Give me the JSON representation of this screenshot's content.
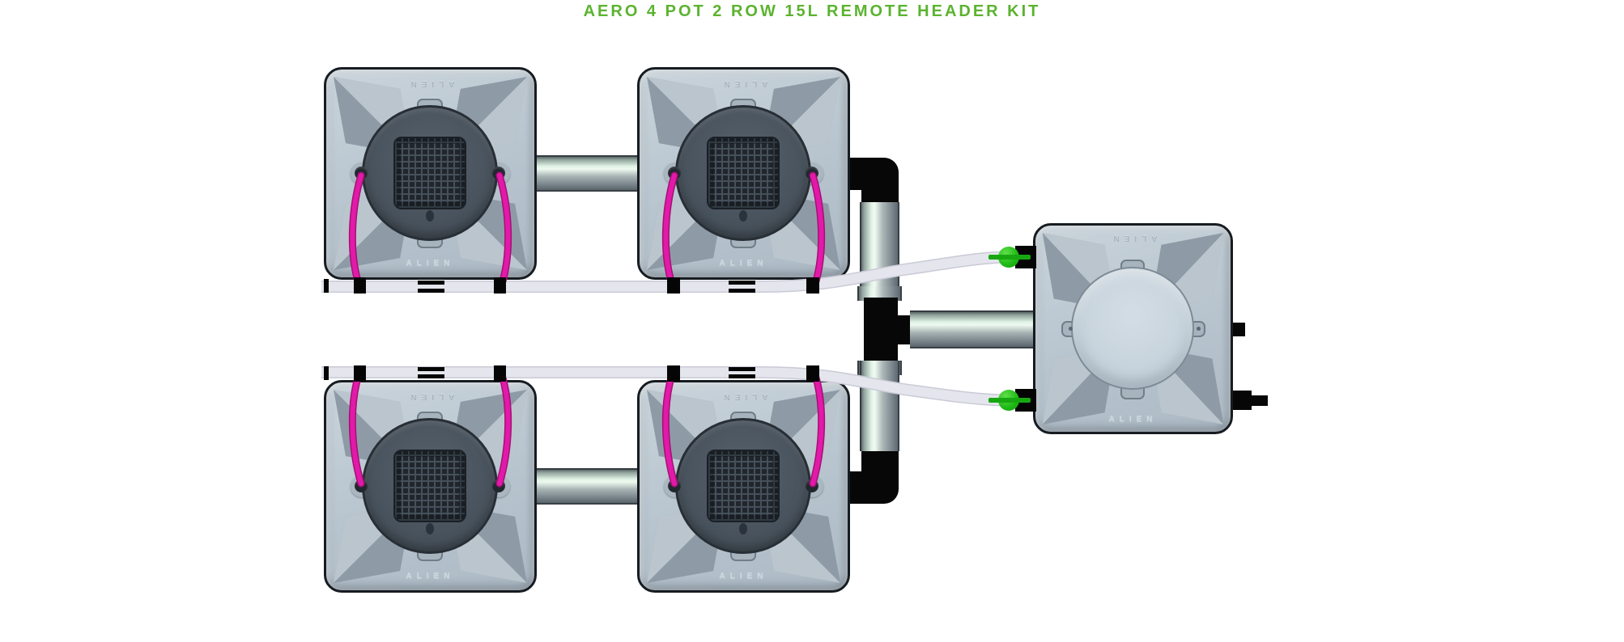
{
  "title": {
    "text": "AERO 4 POT 2 ROW 15L REMOTE HEADER KIT"
  },
  "brand": {
    "label": "ALIEN"
  },
  "vessels": [
    {
      "id": "pot-1",
      "position": "top-left",
      "label_top": "ALIEN",
      "label_bottom": "ALIEN"
    },
    {
      "id": "pot-2",
      "position": "top-right",
      "label_top": "ALIEN",
      "label_bottom": "ALIEN"
    },
    {
      "id": "pot-3",
      "position": "bottom-left",
      "label_top": "ALIEN",
      "label_bottom": "ALIEN"
    },
    {
      "id": "pot-4",
      "position": "bottom-right",
      "label_top": "ALIEN",
      "label_bottom": "ALIEN"
    },
    {
      "id": "header-tank",
      "position": "right",
      "label_top": "ALIEN",
      "label_bottom": "ALIEN"
    }
  ],
  "layout_summary": {
    "pot_rows": 2,
    "pots_per_row": 2,
    "row_manifolds": 2,
    "header_tank_valves": 2
  },
  "colors": {
    "title_green": "#5bb32f",
    "valve_green": "#1db814",
    "feed_tube_magenta": "#e21aa8",
    "pipe_mint_highlight": "#e2f4e8",
    "pot_body": "#b7c4ce",
    "lid_dark": "#4a545e",
    "fitting_black": "#070707",
    "manifold_white": "#e5e5ed",
    "background": "#ffffff"
  }
}
